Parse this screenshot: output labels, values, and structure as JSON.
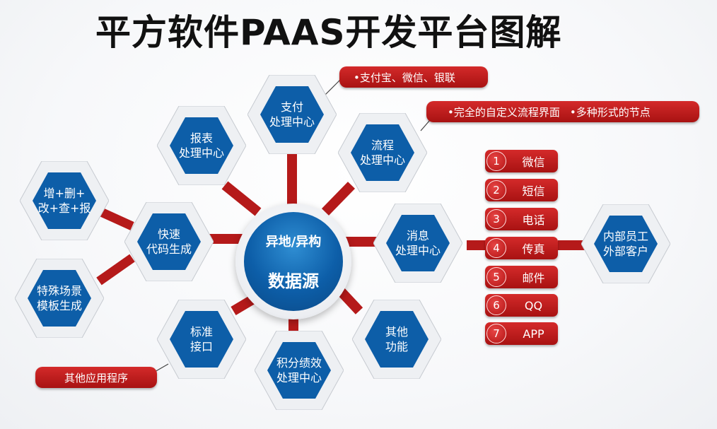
{
  "title": "平方软件PAAS开发平台图解",
  "hub": {
    "line1": "异地/异构",
    "line2": "数据源"
  },
  "nodes": {
    "payment": {
      "l1": "支付",
      "l2": "处理中心"
    },
    "report": {
      "l1": "报表",
      "l2": "处理中心"
    },
    "flow": {
      "l1": "流程",
      "l2": "处理中心"
    },
    "crud": {
      "l1": "增+删+",
      "l2": "改+查+报"
    },
    "quickcode": {
      "l1": "快速",
      "l2": "代码生成"
    },
    "message": {
      "l1": "消息",
      "l2": "处理中心"
    },
    "template": {
      "l1": "特殊场景",
      "l2": "模板生成"
    },
    "interface": {
      "l1": "标准",
      "l2": "接口"
    },
    "other": {
      "l1": "其他",
      "l2": "功能"
    },
    "points": {
      "l1": "积分绩效",
      "l2": "处理中心"
    },
    "staff": {
      "l1": "内部员工",
      "l2": "外部客户"
    }
  },
  "banners": {
    "payment": "•支付宝、微信、银联",
    "flow_a": "•完全的自定义流程界面",
    "flow_b": "•多种形式的节点",
    "apps": "其他应用程序"
  },
  "channels": [
    {
      "num": "1",
      "label": "微信"
    },
    {
      "num": "2",
      "label": "短信"
    },
    {
      "num": "3",
      "label": "电话"
    },
    {
      "num": "4",
      "label": "传真"
    },
    {
      "num": "5",
      "label": "邮件"
    },
    {
      "num": "6",
      "label": "QQ"
    },
    {
      "num": "7",
      "label": "APP"
    }
  ],
  "colors": {
    "hex_blue": "#0d5ea8",
    "connector_red": "#b51a1a",
    "banner_red": "#c01e1e"
  }
}
